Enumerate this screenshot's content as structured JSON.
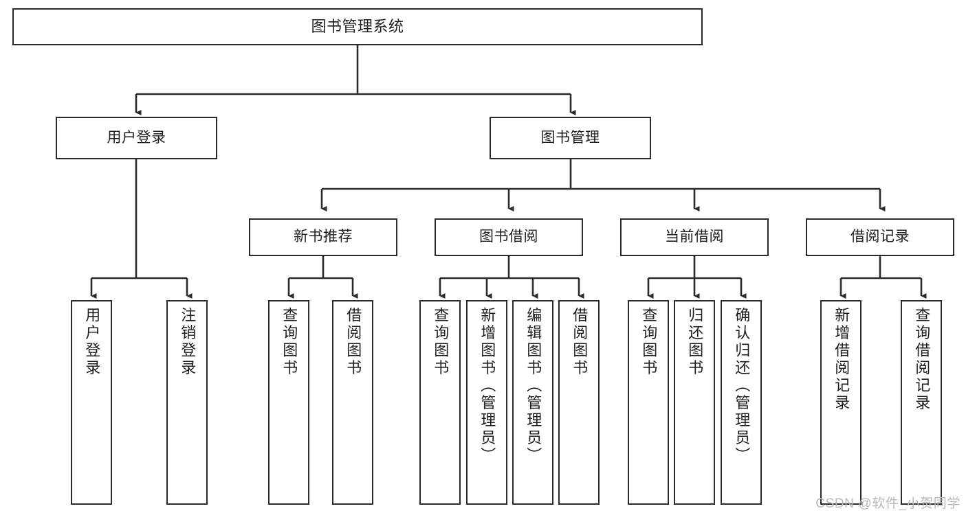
{
  "diagram": {
    "type": "tree-hierarchy-chart",
    "title": "图书管理系统",
    "watermark": "CSDN @软件_小贺同学",
    "colors": {
      "background": "#ffffff",
      "stroke": "#2b2b2b",
      "text": "#1f1f1f",
      "watermark": "#b9b9b9"
    },
    "root": {
      "label": "图书管理系统"
    },
    "level2": [
      {
        "label": "用户登录"
      },
      {
        "label": "图书管理"
      }
    ],
    "level3": [
      {
        "label": "新书推荐"
      },
      {
        "label": "图书借阅"
      },
      {
        "label": "当前借阅"
      },
      {
        "label": "借阅记录"
      }
    ],
    "leaves": [
      {
        "label": "用户登录"
      },
      {
        "label": "注销登录"
      },
      {
        "label": "查询图书"
      },
      {
        "label": "借阅图书"
      },
      {
        "label": "查询图书"
      },
      {
        "label": "新增图书（管理员）"
      },
      {
        "label": "编辑图书（管理员）"
      },
      {
        "label": "借阅图书"
      },
      {
        "label": "查询图书"
      },
      {
        "label": "归还图书"
      },
      {
        "label": "确认归还（管理员）"
      },
      {
        "label": "新增借阅记录"
      },
      {
        "label": "查询借阅记录"
      }
    ]
  }
}
